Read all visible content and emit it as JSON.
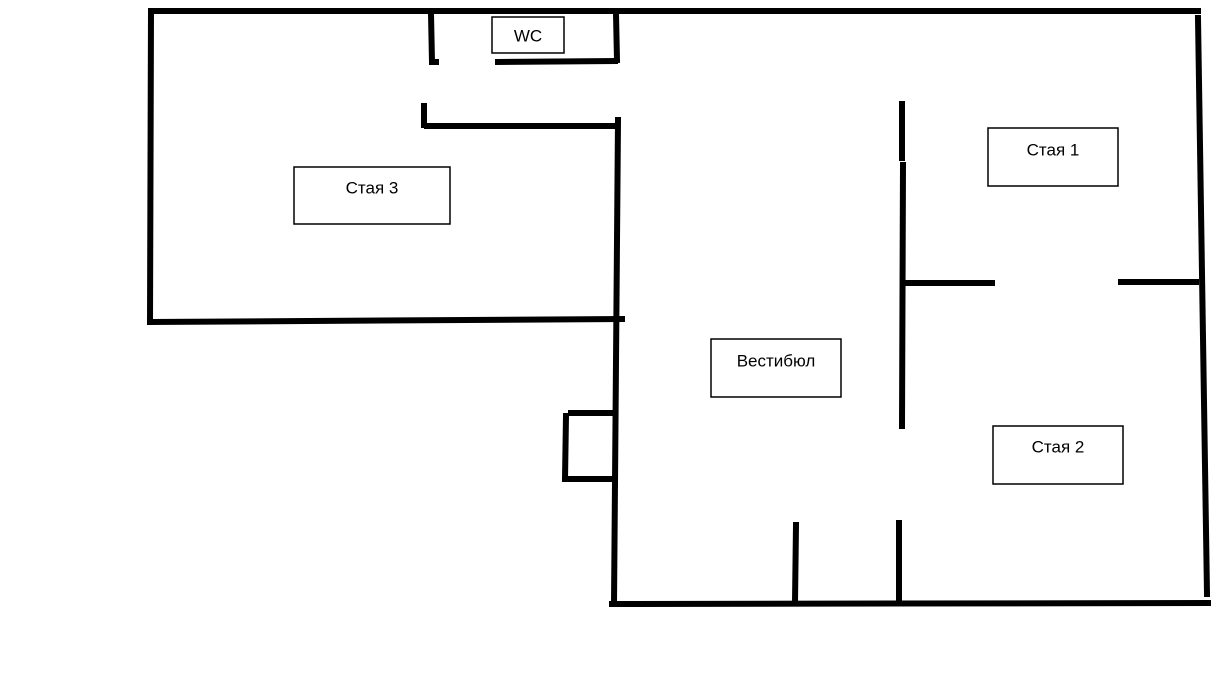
{
  "rooms": {
    "wc": "WC",
    "room3": "Стая 3",
    "room1": "Стая 1",
    "lobby": "Вестибюл",
    "room2": "Стая 2"
  }
}
